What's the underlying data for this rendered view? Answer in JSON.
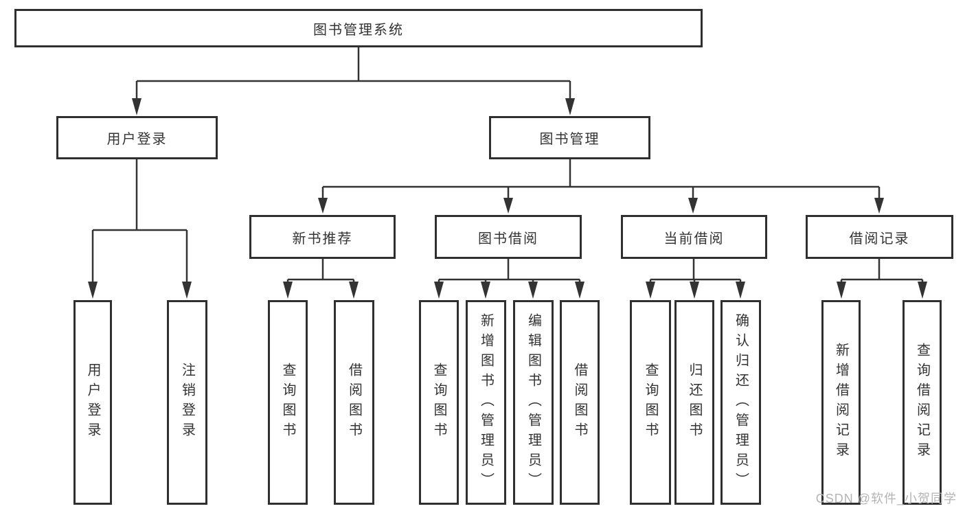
{
  "root": {
    "label": "图书管理系统"
  },
  "level2": [
    {
      "id": "user-login",
      "label": "用户登录"
    },
    {
      "id": "book-management",
      "label": "图书管理"
    }
  ],
  "level3": [
    {
      "id": "new-book-recommend",
      "label": "新书推荐"
    },
    {
      "id": "book-borrow",
      "label": "图书借阅"
    },
    {
      "id": "current-borrow",
      "label": "当前借阅"
    },
    {
      "id": "borrow-record",
      "label": "借阅记录"
    }
  ],
  "leaves": [
    {
      "id": "leaf-user-login",
      "parent": "用户登录",
      "label": "用户登录"
    },
    {
      "id": "leaf-logout",
      "parent": "用户登录",
      "label": "注销登录"
    },
    {
      "id": "leaf-query-book-recommend",
      "parent": "新书推荐",
      "label": "查询图书"
    },
    {
      "id": "leaf-borrow-book-recommend",
      "parent": "新书推荐",
      "label": "借阅图书"
    },
    {
      "id": "leaf-query-book-borrow",
      "parent": "图书借阅",
      "label": "查询图书"
    },
    {
      "id": "leaf-add-book-admin",
      "parent": "图书借阅",
      "label": "新增图书（管理员）"
    },
    {
      "id": "leaf-edit-book-admin",
      "parent": "图书借阅",
      "label": "编辑图书（管理员）"
    },
    {
      "id": "leaf-borrow-book",
      "parent": "图书借阅",
      "label": "借阅图书"
    },
    {
      "id": "leaf-query-book-current",
      "parent": "当前借阅",
      "label": "查询图书"
    },
    {
      "id": "leaf-return-book",
      "parent": "当前借阅",
      "label": "归还图书"
    },
    {
      "id": "leaf-confirm-return-admin",
      "parent": "当前借阅",
      "label": "确认归还（管理员）"
    },
    {
      "id": "leaf-add-borrow-record",
      "parent": "借阅记录",
      "label": "新增借阅记录"
    },
    {
      "id": "leaf-query-borrow-record",
      "parent": "借阅记录",
      "label": "查询借阅记录"
    }
  ],
  "watermark": "CSDN @软件_小贺同学",
  "colors": {
    "line": "#333333",
    "box_border": "#2f2f2f",
    "text": "#333333",
    "watermark": "#b4b4b4",
    "background": "#ffffff"
  }
}
